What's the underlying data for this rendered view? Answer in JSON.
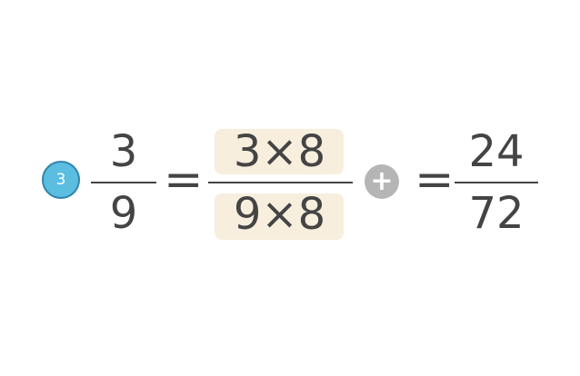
{
  "problem": {
    "step_number": "3"
  },
  "fraction_original": {
    "numerator": "3",
    "denominator": "9"
  },
  "equals_1": "=",
  "fraction_expanded": {
    "numerator": "3×8",
    "denominator": "9×8"
  },
  "expand_button_icon": "plus-icon",
  "expand_button_glyph": "+",
  "equals_2": "=",
  "fraction_result": {
    "numerator": "24",
    "denominator": "72"
  },
  "colors": {
    "badge_fill": "#5bbde0",
    "badge_border": "#2f86ad",
    "highlight": "#f7eedd",
    "plus_button": "#b5b5b5",
    "text": "#444444"
  }
}
